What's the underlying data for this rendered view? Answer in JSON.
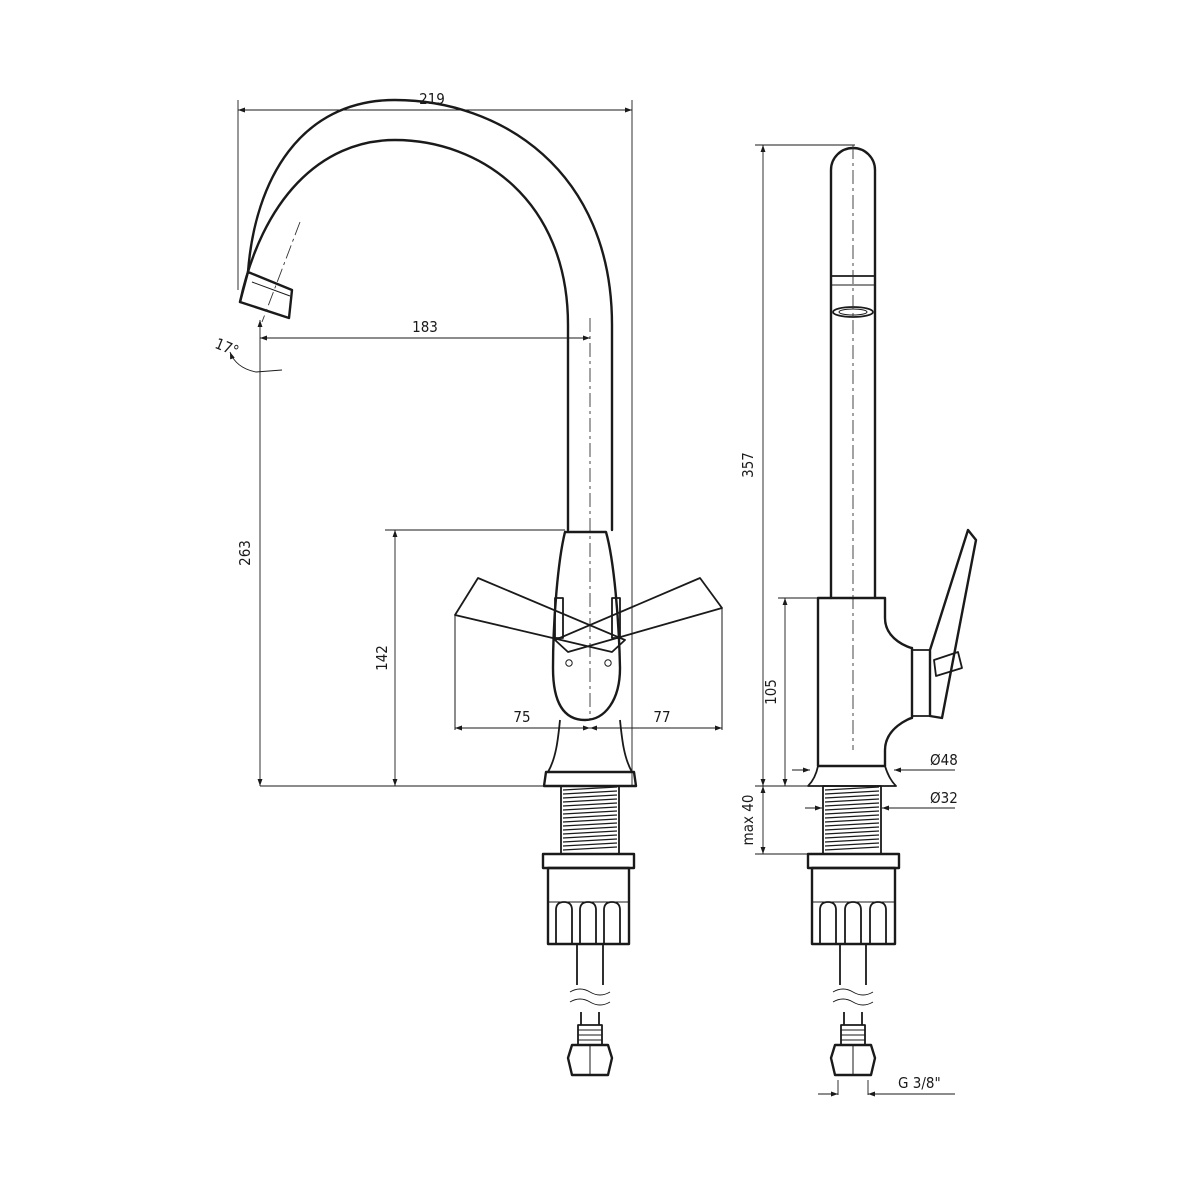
{
  "dimensions": {
    "total_width": "219",
    "spout_reach": "183",
    "spout_angle": "17°",
    "spout_height": "263",
    "body_height": "142",
    "handle_left": "75",
    "handle_right": "77",
    "total_height": "357",
    "side_body_height": "105",
    "base_diameter": "Ø48",
    "shank_diameter": "Ø32",
    "max_thickness": "max 40",
    "connection": "G 3/8\""
  }
}
